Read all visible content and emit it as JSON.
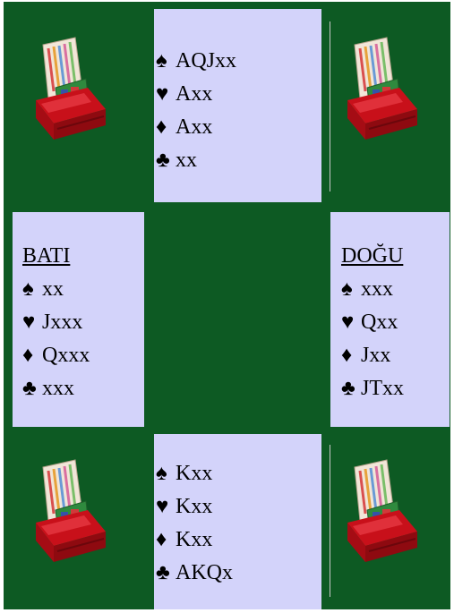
{
  "north": {
    "spades": "AQJxx",
    "hearts": "Axx",
    "diamonds": "Axx",
    "clubs": "xx"
  },
  "west": {
    "name": "BATI",
    "spades": "xx",
    "hearts": "Jxxx",
    "diamonds": "Qxxx",
    "clubs": "xxx"
  },
  "east": {
    "name": "DOĞU",
    "spades": "xxx",
    "hearts": "Qxx",
    "diamonds": "Jxx",
    "clubs": "JTxx"
  },
  "south": {
    "spades": "Kxx",
    "hearts": "Kxx",
    "diamonds": "Kxx",
    "clubs": "AKQx"
  },
  "suits": {
    "spade": "♠",
    "heart": "♥",
    "diamond": "♦",
    "club": "♣"
  },
  "colors": {
    "felt": "#0d5a23",
    "panel": "#d3d3fa",
    "board_red": "#c8101a"
  },
  "icons": [
    "bidding-box-icon"
  ]
}
